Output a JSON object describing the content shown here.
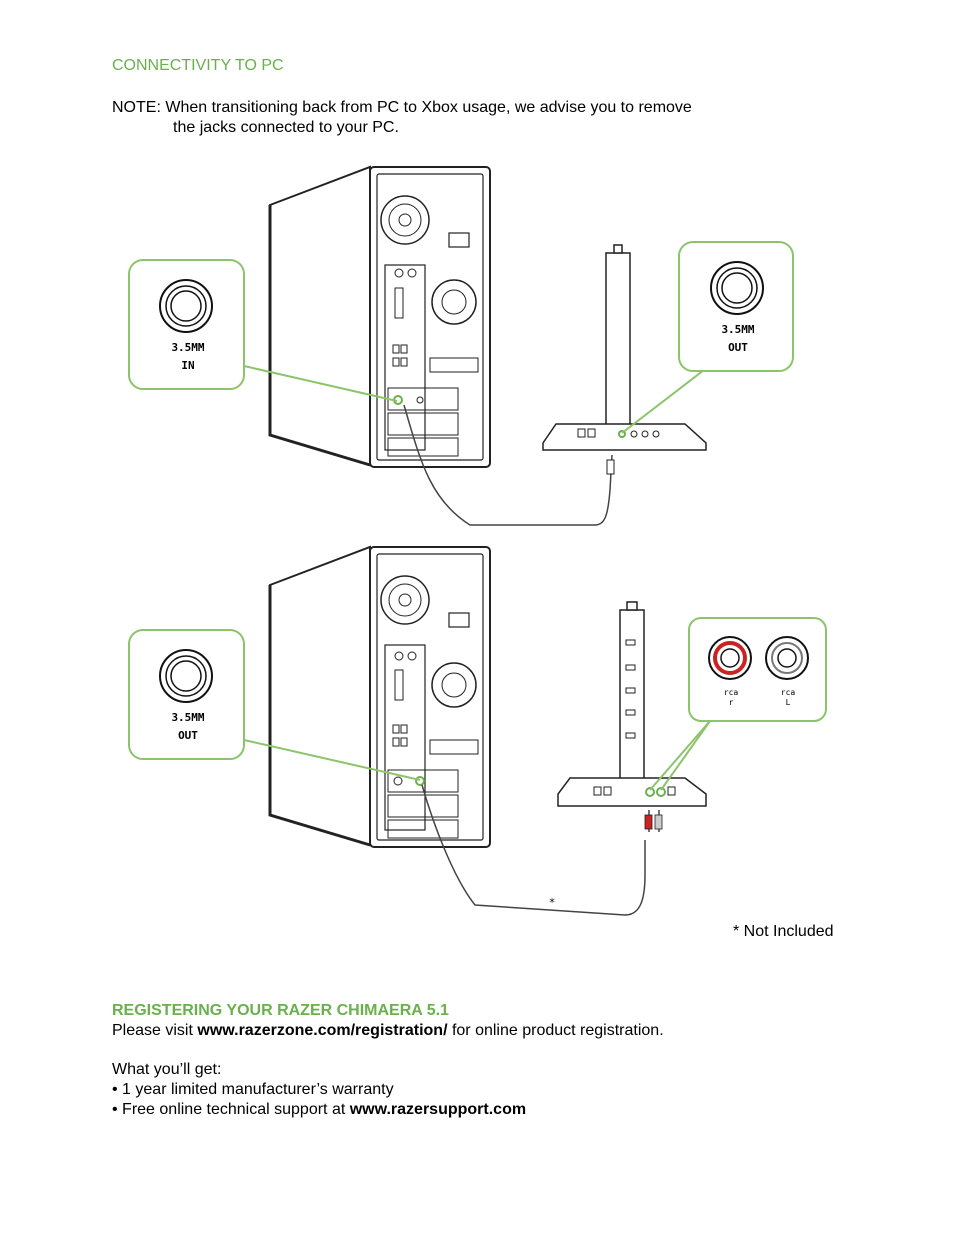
{
  "page": {
    "section_title": "CONNECTIVITY TO PC",
    "note_line1": "NOTE: When transitioning back from PC to Xbox usage, we advise you to remove",
    "note_line2": "the jacks connected to your PC."
  },
  "diagram1": {
    "left_callout": {
      "line1": "3.5MM",
      "line2": "IN"
    },
    "right_callout": {
      "line1": "3.5MM",
      "line2": "OUT"
    }
  },
  "diagram2": {
    "left_callout": {
      "line1": "3.5MM",
      "line2": "OUT"
    },
    "right_callout": {
      "left_label": "rca",
      "left_sub": "r",
      "right_label": "rca",
      "right_sub": "L"
    },
    "cable_mark": "*"
  },
  "footnote": "* Not Included",
  "registration": {
    "title": "REGISTERING YOUR RAZER CHIMAERA 5.1",
    "visit_prefix": "Please visit ",
    "visit_link": "www.razerzone.com/registration/",
    "visit_suffix": " for online product registration.",
    "get_heading": "What you’ll get:",
    "bullet1": "• 1 year limited manufacturer’s warranty",
    "bullet2_prefix": "• Free online technical support at ",
    "bullet2_link": "www.razersupport.com"
  },
  "colors": {
    "accent_green": "#6ab04c",
    "callout_border": "#8bc46a",
    "rca_red": "#cc2222"
  }
}
